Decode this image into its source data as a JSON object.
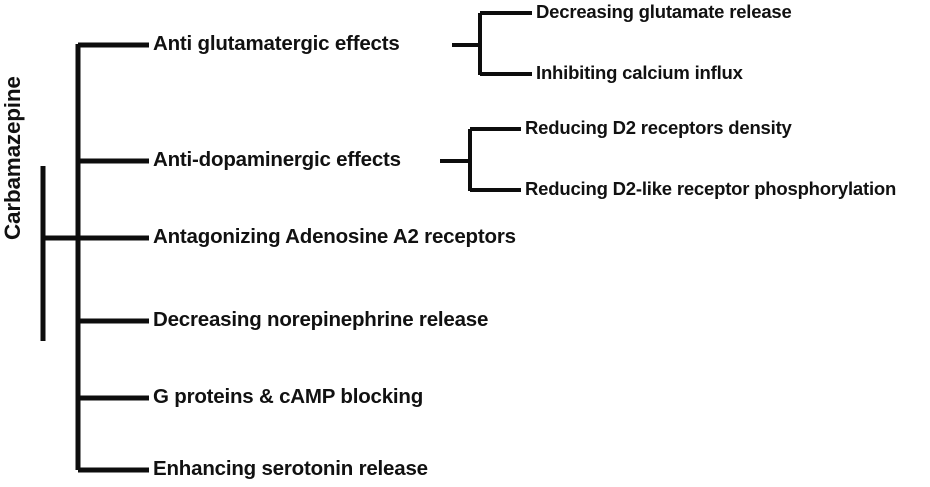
{
  "figure": {
    "type": "tree-diagram",
    "background_color": "#ffffff",
    "line_color": "#0d0d0d",
    "text_color": "#111111"
  },
  "root": {
    "label": "Carbamazepine"
  },
  "branches": [
    {
      "label": "Anti glutamatergic effects",
      "children": [
        {
          "label": "Decreasing glutamate release"
        },
        {
          "label": "Inhibiting calcium influx"
        }
      ]
    },
    {
      "label": "Anti-dopaminergic effects",
      "children": [
        {
          "label": "Reducing D2 receptors density"
        },
        {
          "label": "Reducing D2-like receptor phosphorylation"
        }
      ]
    },
    {
      "label": "Antagonizing Adenosine A2 receptors",
      "children": []
    },
    {
      "label": "Decreasing norepinephrine release",
      "children": []
    },
    {
      "label": "G proteins & cAMP blocking",
      "children": []
    },
    {
      "label": "Enhancing serotonin release",
      "children": []
    }
  ]
}
